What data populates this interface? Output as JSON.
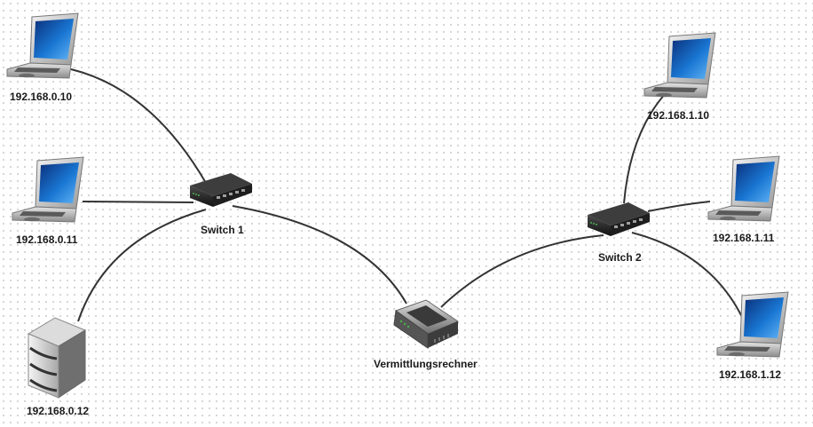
{
  "nodes": {
    "laptop_a": {
      "label": "192.168.0.10",
      "icon": "laptop-icon"
    },
    "laptop_b": {
      "label": "192.168.0.11",
      "icon": "laptop-icon"
    },
    "server_c": {
      "label": "192.168.0.12",
      "icon": "server-icon"
    },
    "switch_1": {
      "label": "Switch 1",
      "icon": "switch-icon"
    },
    "router": {
      "label": "Vermittlungsrechner",
      "icon": "router-icon"
    },
    "switch_2": {
      "label": "Switch 2",
      "icon": "switch-icon"
    },
    "laptop_d": {
      "label": "192.168.1.10",
      "icon": "laptop-icon"
    },
    "laptop_e": {
      "label": "192.168.1.11",
      "icon": "laptop-icon"
    },
    "laptop_f": {
      "label": "192.168.1.12",
      "icon": "laptop-icon"
    }
  },
  "edges": [
    [
      "laptop_a",
      "switch_1"
    ],
    [
      "laptop_b",
      "switch_1"
    ],
    [
      "server_c",
      "switch_1"
    ],
    [
      "switch_1",
      "router"
    ],
    [
      "router",
      "switch_2"
    ],
    [
      "switch_2",
      "laptop_d"
    ],
    [
      "switch_2",
      "laptop_e"
    ],
    [
      "switch_2",
      "laptop_f"
    ]
  ],
  "colors": {
    "link": "#333333",
    "screen": "#1565c0",
    "device_dark": "#2b2b2b",
    "led": "#4caf50"
  }
}
